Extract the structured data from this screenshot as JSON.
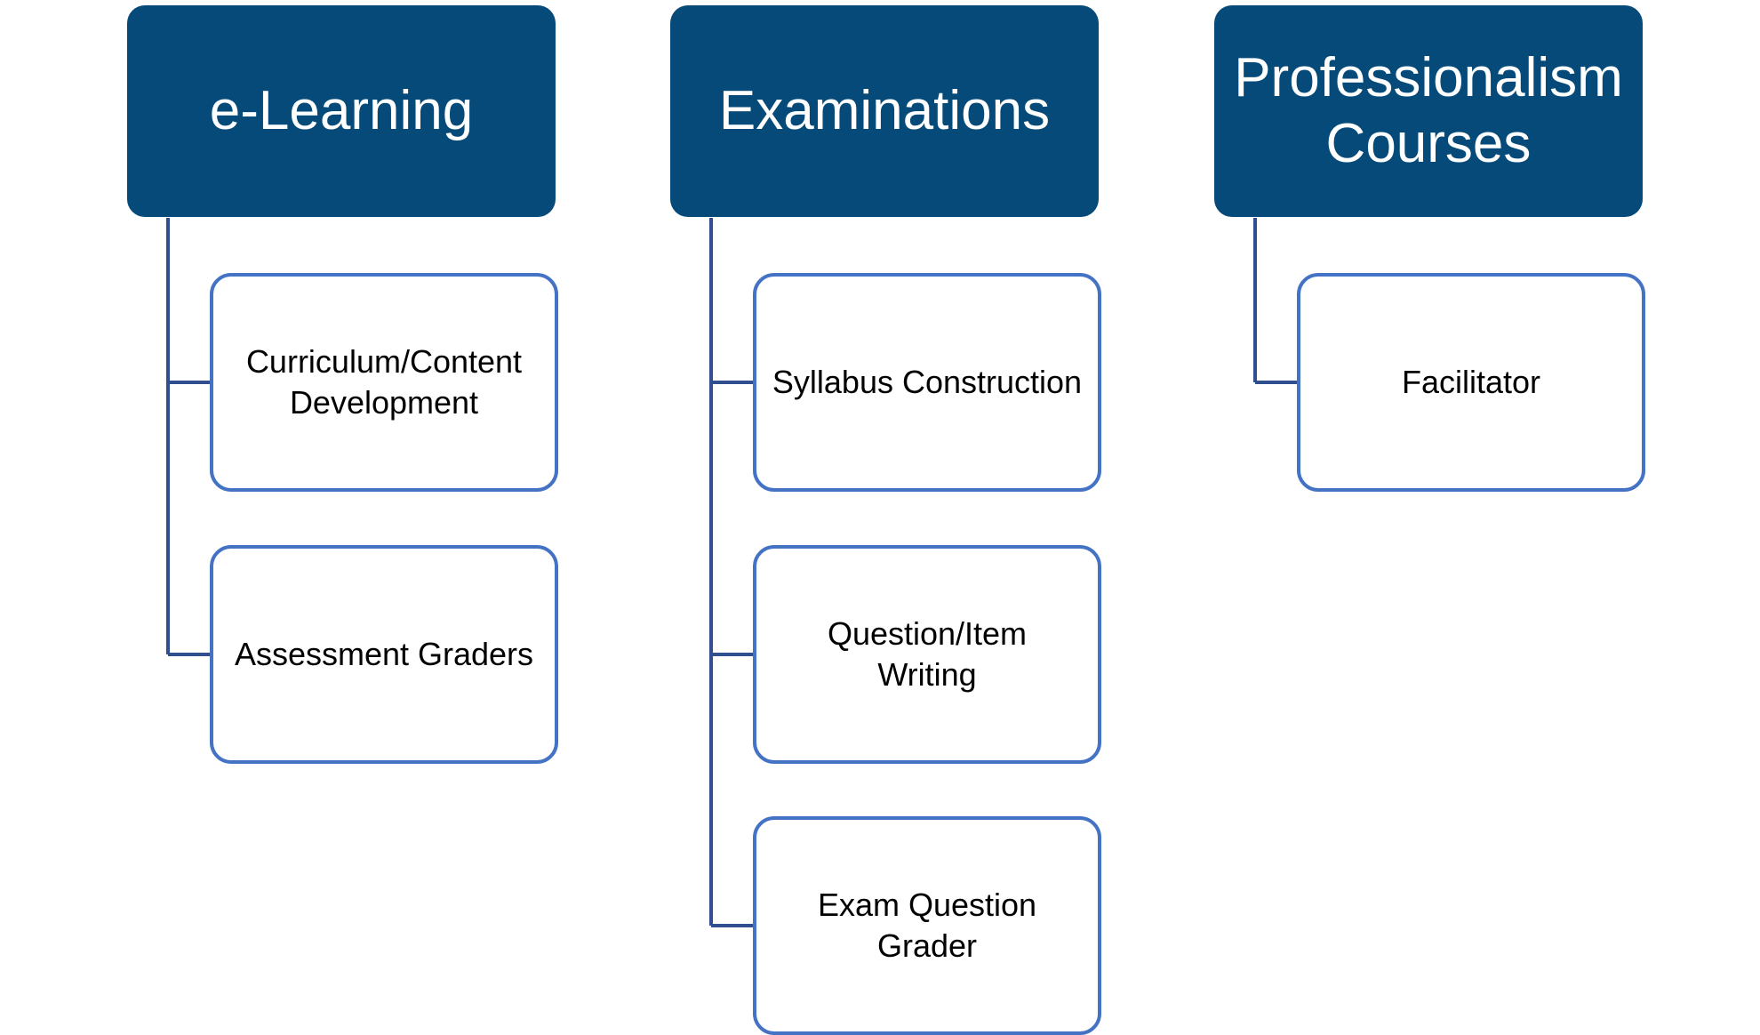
{
  "colors": {
    "header_fill": "#054a78",
    "header_text": "#ffffff",
    "item_border": "#4472c4",
    "connector": "#2f4f8f"
  },
  "columns": [
    {
      "header": "e-Learning",
      "items": [
        "Curriculum/Content\nDevelopment",
        "Assessment Graders"
      ]
    },
    {
      "header": "Examinations",
      "items": [
        "Syllabus Construction",
        "Question/Item\nWriting",
        "Exam Question\nGrader"
      ]
    },
    {
      "header": "Professionalism\nCourses",
      "items": [
        "Facilitator"
      ]
    }
  ]
}
